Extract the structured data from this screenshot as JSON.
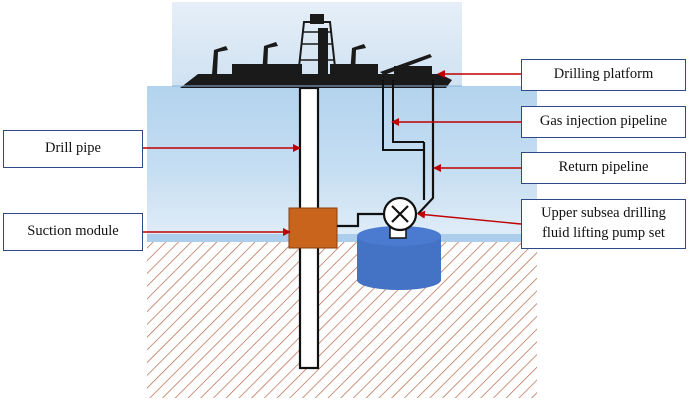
{
  "labels": {
    "drilling_platform": "Drilling platform",
    "gas_injection_pipeline": "Gas injection pipeline",
    "return_pipeline": "Return pipeline",
    "drill_pipe": "Drill pipe",
    "suction_module": "Suction module",
    "pump_set_line1": "Upper subsea drilling",
    "pump_set_line2": "fluid lifting pump set"
  },
  "colors": {
    "sky_top": "#e9f2fb",
    "water_top": "#b8d6ef",
    "water_bottom": "#dcebf7",
    "seabed_hatch": "#b5674a",
    "suction_module": "#c8641c",
    "pump_tank": "#4472c4",
    "arrow": "#c00000",
    "pipe": "#111111",
    "box_border": "#2c4a86"
  }
}
